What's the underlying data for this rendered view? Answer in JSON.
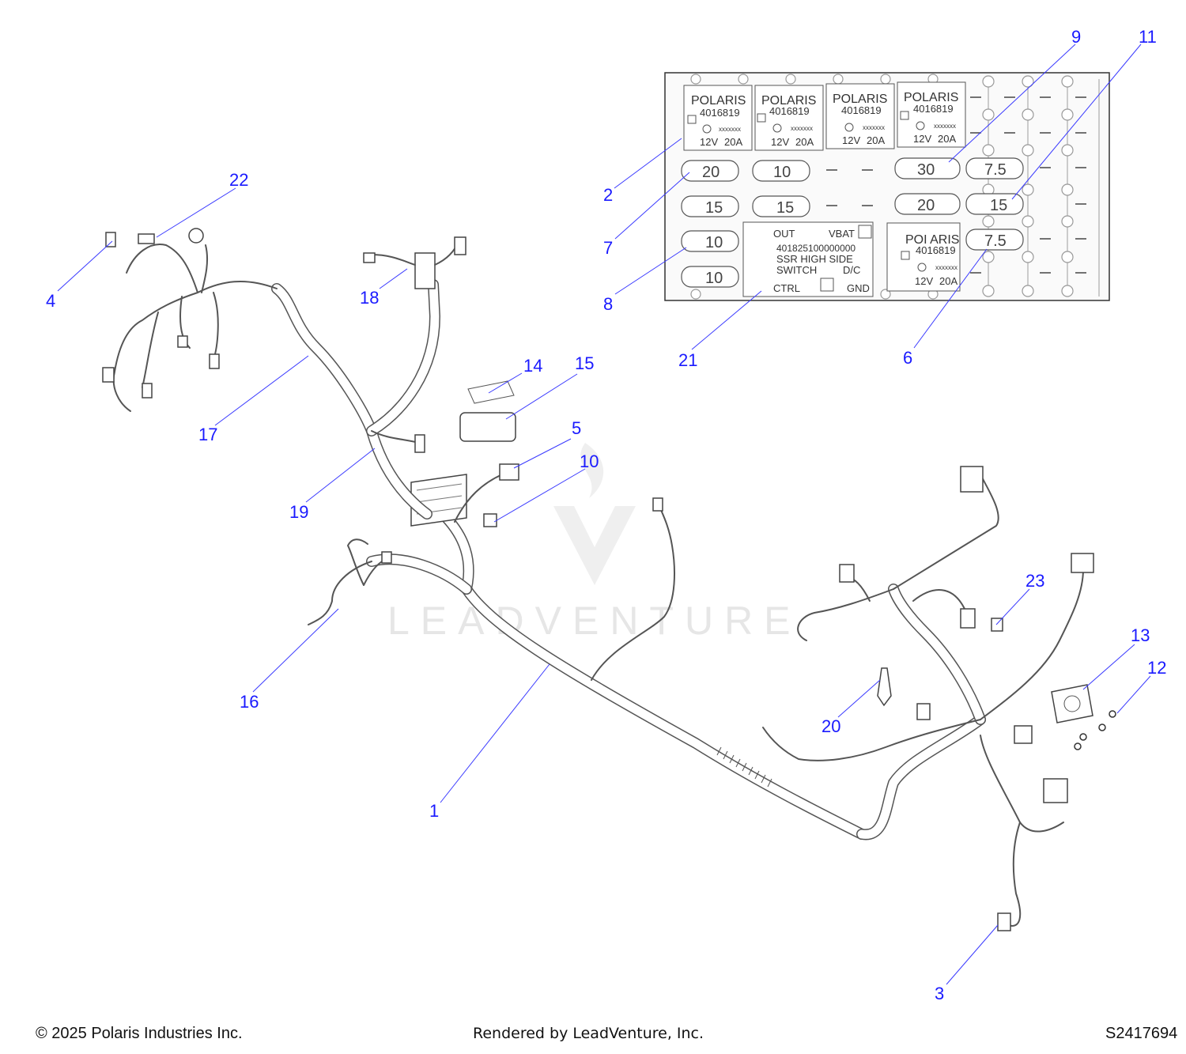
{
  "footer": {
    "copyright": "© 2025 Polaris Industries Inc.",
    "rendered_by": "Rendered by LeadVenture, Inc.",
    "diagram_code": "S2417694"
  },
  "watermark": {
    "text": "LEADVENTURE"
  },
  "callouts": {
    "c1": "1",
    "c2": "2",
    "c3": "3",
    "c4": "4",
    "c5": "5",
    "c6": "6",
    "c7": "7",
    "c8": "8",
    "c9": "9",
    "c10": "10",
    "c11": "11",
    "c12": "12",
    "c13": "13",
    "c14": "14",
    "c15": "15",
    "c16": "16",
    "c17": "17",
    "c18": "18",
    "c19": "19",
    "c20": "20",
    "c21": "21",
    "c22": "22",
    "c23": "23"
  },
  "fuse_box": {
    "relay_brand": "POLARIS",
    "relay_part": "4016819",
    "relay_voltage": "12V",
    "relay_current": "20A",
    "relay6_brand": "POI ARIS",
    "fuses": {
      "f_20a": "20",
      "f_10a": "10",
      "f_30": "30",
      "f_75a": "7.5",
      "f_15a": "15",
      "f_15b": "15",
      "f_20b": "20",
      "f_15c": "15",
      "f_10b": "10",
      "f_10c": "10",
      "f_75b": "7.5"
    },
    "ssr": {
      "out": "OUT",
      "vbat": "VBAT",
      "part": "401825100000000",
      "line1": "SSR  HIGH  SIDE",
      "line2": "SWITCH",
      "dc": "D/C",
      "ctrl": "CTRL",
      "gnd": "GND"
    }
  }
}
